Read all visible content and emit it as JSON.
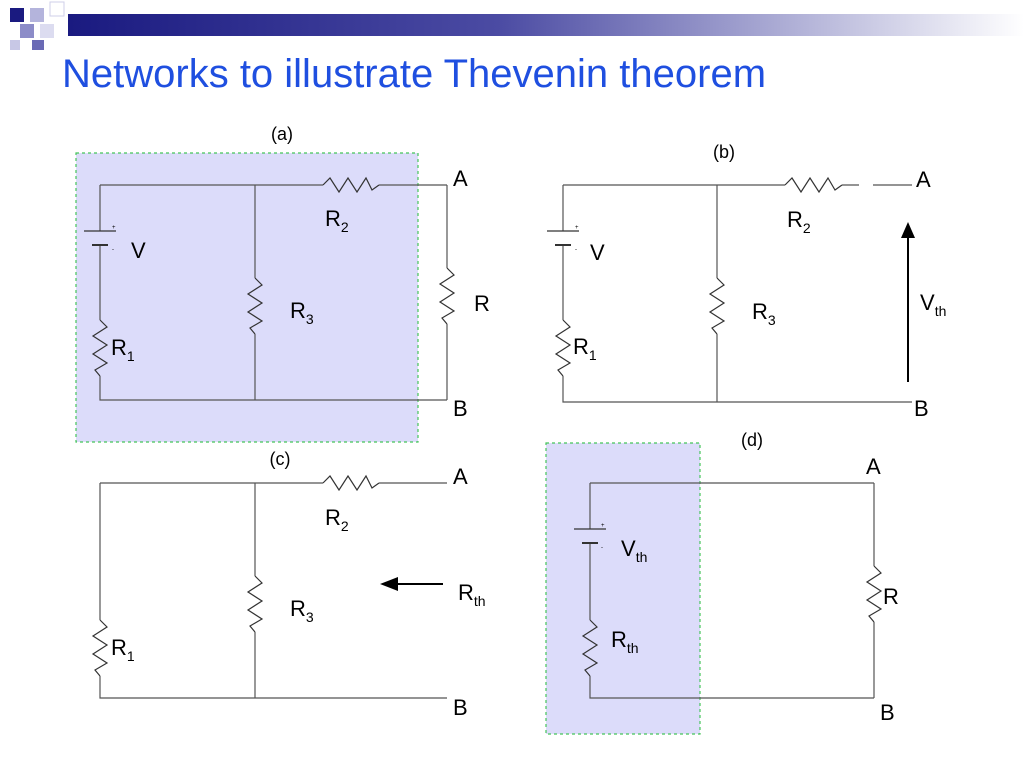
{
  "slide": {
    "title": "Networks to illustrate Thevenin theorem"
  },
  "panels": {
    "a": {
      "caption": "(a)",
      "terminal_a": "A",
      "terminal_b": "B",
      "source": "V",
      "r1": {
        "main": "R",
        "sub": "1"
      },
      "r2": {
        "main": "R",
        "sub": "2"
      },
      "r3": {
        "main": "R",
        "sub": "3"
      },
      "load": "R"
    },
    "b": {
      "caption": "(b)",
      "terminal_a": "A",
      "terminal_b": "B",
      "source": "V",
      "r1": {
        "main": "R",
        "sub": "1"
      },
      "r2": {
        "main": "R",
        "sub": "2"
      },
      "r3": {
        "main": "R",
        "sub": "3"
      },
      "vth": {
        "main": "V",
        "sub": "th"
      }
    },
    "c": {
      "caption": "(c)",
      "terminal_a": "A",
      "terminal_b": "B",
      "r1": {
        "main": "R",
        "sub": "1"
      },
      "r2": {
        "main": "R",
        "sub": "2"
      },
      "r3": {
        "main": "R",
        "sub": "3"
      },
      "rth": {
        "main": "R",
        "sub": "th"
      }
    },
    "d": {
      "caption": "(d)",
      "terminal_a": "A",
      "terminal_b": "B",
      "vth": {
        "main": "V",
        "sub": "th"
      },
      "rth": {
        "main": "R",
        "sub": "th"
      },
      "load": "R"
    }
  },
  "battery_signs": {
    "plus": "+",
    "minus": "-"
  },
  "colors": {
    "title": "#1f4fe0",
    "highlight_fill": "#dcdcfa",
    "highlight_border": "#45c45a",
    "header_dark": "#1a1a80",
    "header_light": "#8c8cc8"
  }
}
